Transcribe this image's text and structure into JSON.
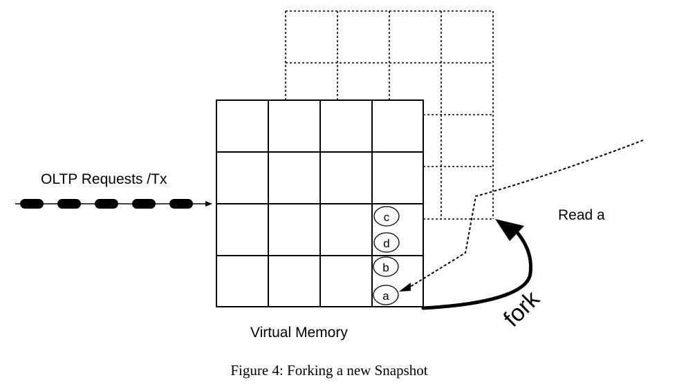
{
  "diagram": {
    "oltp_label": "OLTP Requests /Tx",
    "memory_label": "Virtual Memory",
    "read_label": "Read a",
    "fork_label": "fork",
    "cells": {
      "c": "c",
      "d": "d",
      "b": "b",
      "a": "a"
    }
  },
  "caption": "Figure 4: Forking a new Snapshot"
}
